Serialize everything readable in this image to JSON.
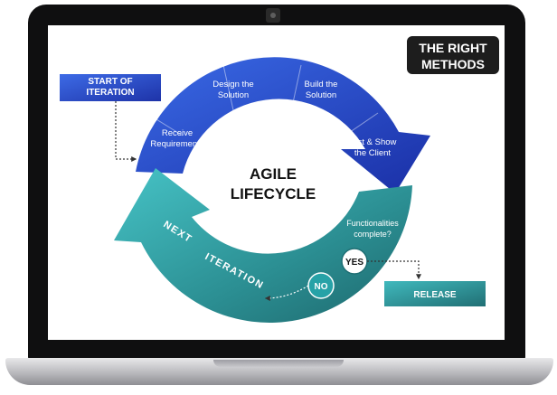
{
  "badge": {
    "line1": "THE RIGHT",
    "line2": "METHODS"
  },
  "start_box": {
    "line1": "START OF",
    "line2": "ITERATION"
  },
  "center": {
    "line1": "AGILE",
    "line2": "LIFECYCLE"
  },
  "segments": [
    {
      "line1": "Receive",
      "line2": "Requirements"
    },
    {
      "line1": "Design the",
      "line2": "Solution"
    },
    {
      "line1": "Build the",
      "line2": "Solution"
    },
    {
      "line1": "Test & Show",
      "line2": "the Client"
    }
  ],
  "question": {
    "line1": "Functionalities",
    "line2": "complete?"
  },
  "yes_label": "YES",
  "no_label": "NO",
  "release_label": "RELEASE",
  "next_iteration": {
    "word1": "NEXT",
    "word2": "ITERATION"
  },
  "colors": {
    "blue_light": "#3360e0",
    "blue_dark": "#1a2fa6",
    "teal_light": "#3fbcc0",
    "teal_dark": "#1e6e73",
    "badge_bg": "#1d1d1d"
  }
}
